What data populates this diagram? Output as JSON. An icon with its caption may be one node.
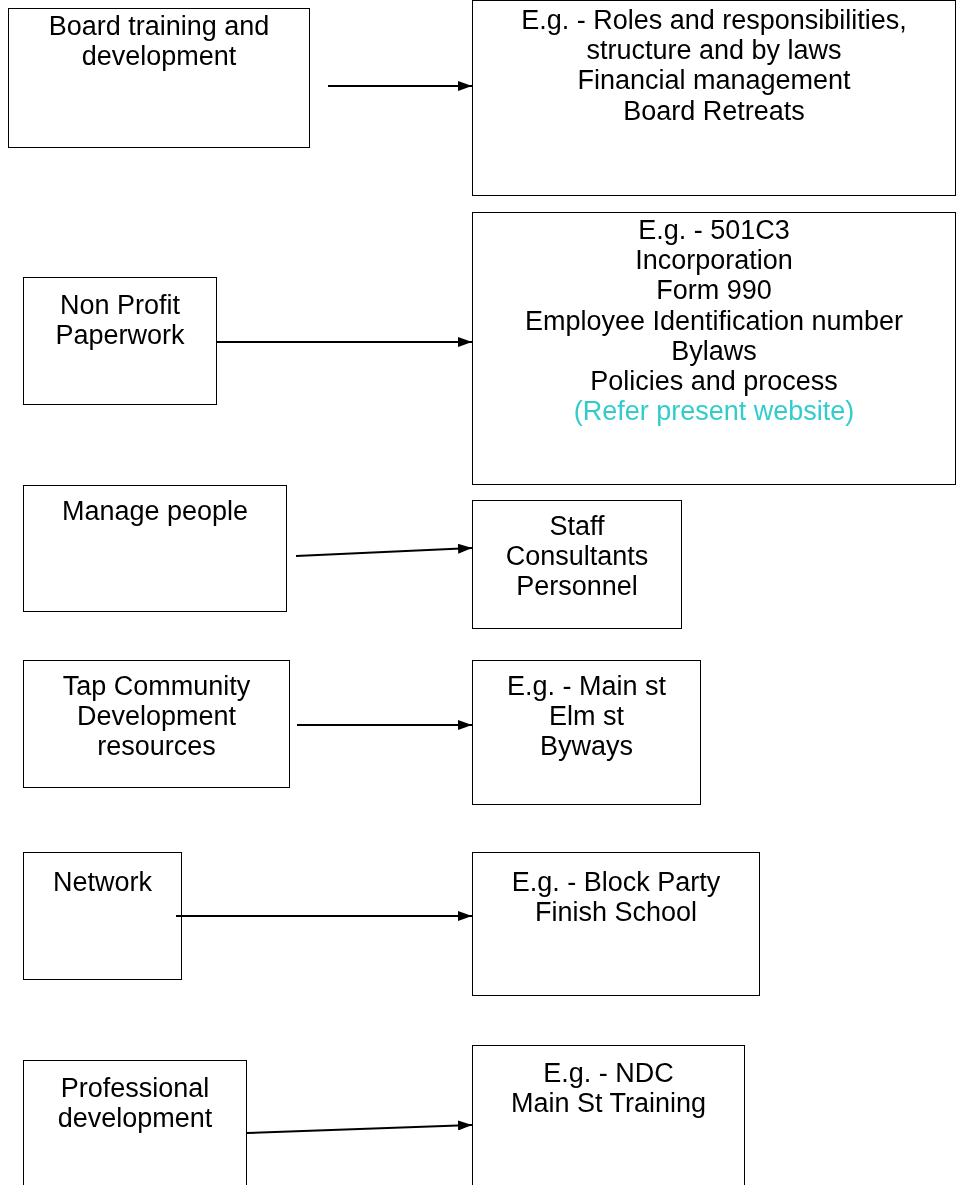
{
  "diagram": {
    "nodes": [
      {
        "text": [
          "Board training and development"
        ]
      },
      {
        "text": [
          "E.g. - Roles and responsibilities, structure and by laws",
          "Financial management",
          "Board Retreats"
        ]
      },
      {
        "text": [
          "Non Profit Paperwork"
        ]
      },
      {
        "text": [
          "E.g. - 501C3",
          "Incorporation",
          "Form 990",
          "Employee Identification number",
          "Bylaws",
          "Policies and process",
          "(Refer present website)"
        ]
      },
      {
        "text": [
          "Manage people"
        ]
      },
      {
        "text": [
          "Staff",
          "Consultants",
          "Personnel"
        ]
      },
      {
        "text": [
          "Tap Community Development resources"
        ]
      },
      {
        "text": [
          "E.g. - Main st",
          "Elm st",
          "Byways"
        ]
      },
      {
        "text": [
          "Network"
        ]
      },
      {
        "text": [
          "E.g. - Block Party",
          "Finish School"
        ]
      },
      {
        "text": [
          "Professional development"
        ]
      },
      {
        "text": [
          "E.g. - NDC",
          "Main St Training"
        ]
      }
    ],
    "edges": [
      {
        "from": 0,
        "to": 1,
        "arrow": "to"
      },
      {
        "from": 2,
        "to": 3,
        "arrow": "to"
      },
      {
        "from": 4,
        "to": 5,
        "arrow": "to"
      },
      {
        "from": 6,
        "to": 7,
        "arrow": "to"
      },
      {
        "from": 8,
        "to": 9,
        "arrow": "to"
      },
      {
        "from": 10,
        "to": 11,
        "arrow": "to"
      }
    ]
  }
}
